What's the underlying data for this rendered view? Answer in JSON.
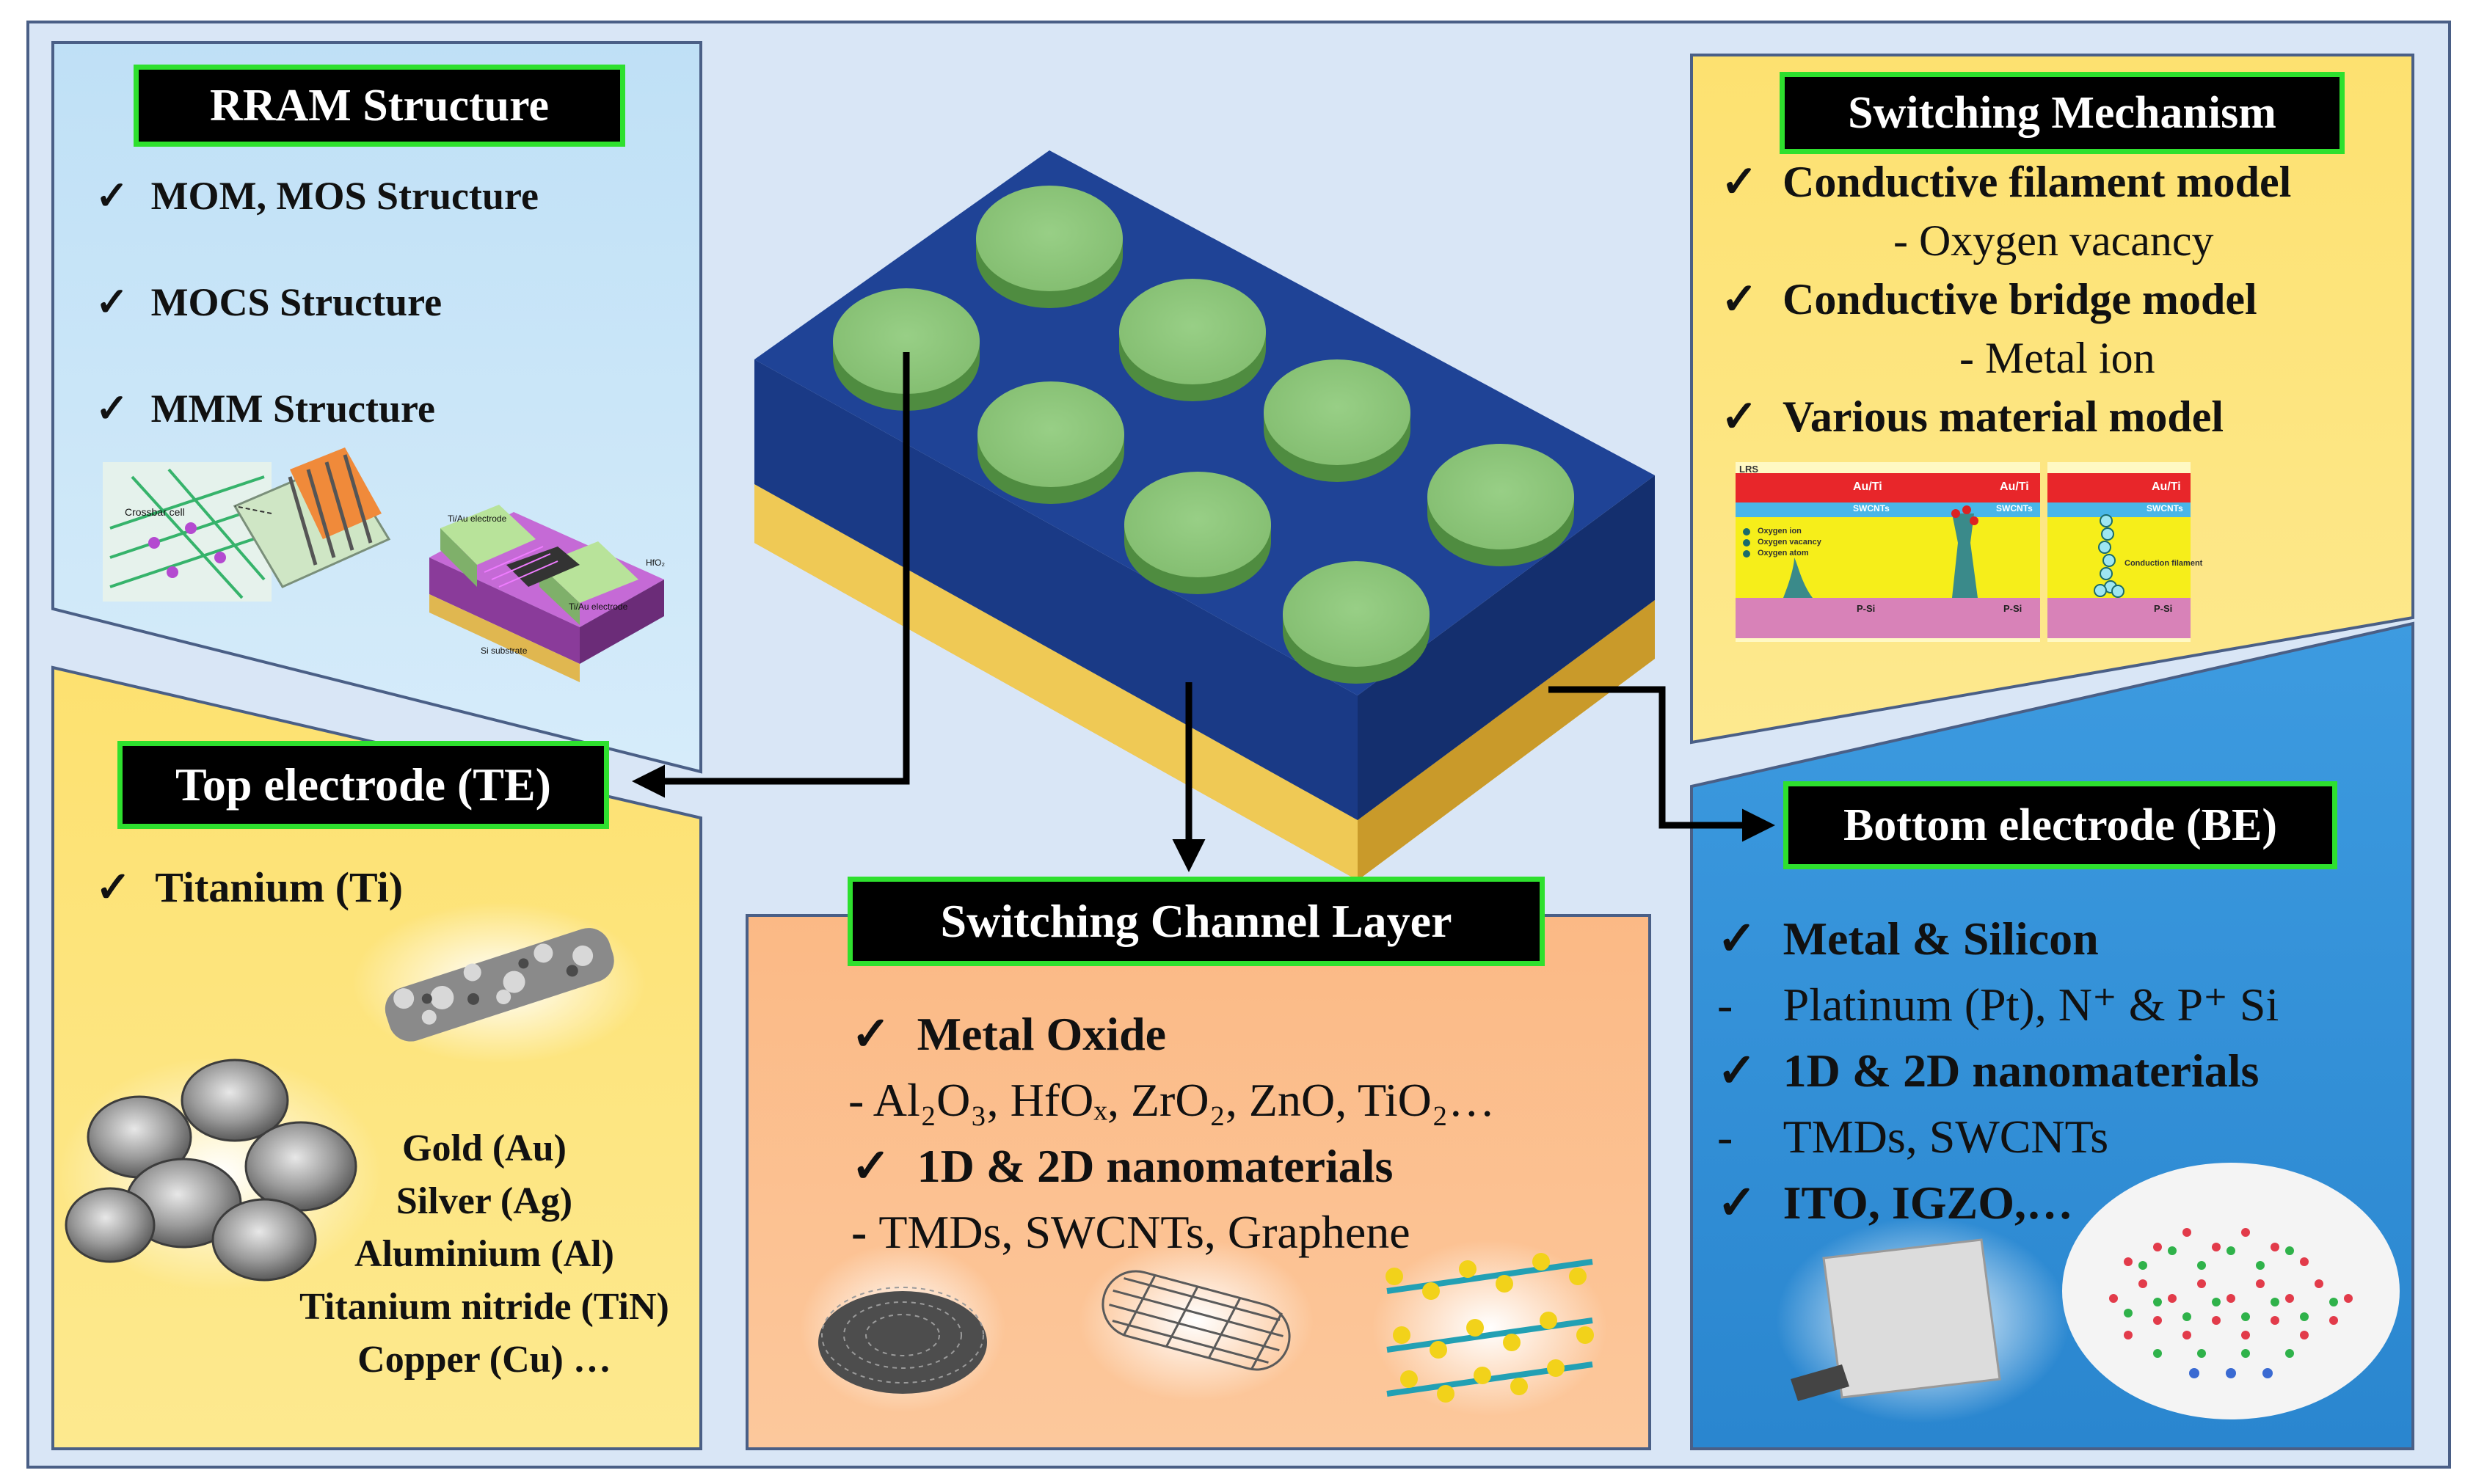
{
  "rram": {
    "title": "RRAM Structure",
    "items": [
      "MOM, MOS Structure",
      "MOCS Structure",
      "MMM Structure"
    ],
    "check": "✓",
    "figure_labels": [
      "Crossbar cell",
      "Ti/Au electrode",
      "Ti/Au electrode",
      "HfO₂",
      "Si substrate"
    ]
  },
  "te": {
    "title": "Top electrode (TE)",
    "heading": "Titanium (Ti)",
    "check": "✓",
    "materials": [
      "Gold (Au)",
      "Silver (Ag)",
      "Aluminium (Al)",
      "Titanium nitride (TiN)",
      "Copper (Cu) …"
    ]
  },
  "scl": {
    "title": "Switching Channel Layer",
    "check": "✓",
    "h1": "Metal Oxide",
    "l1_prefix": "- ",
    "l1": "Al₂O₃, HfOₓ, ZrO₂, ZnO, TiO₂…",
    "h2": "1D & 2D nanomaterials",
    "l2_prefix": "- ",
    "l2": "TMDs, SWCNTs, Graphene"
  },
  "sm": {
    "title": "Switching Mechanism",
    "check": "✓",
    "h1": "Conductive filament model",
    "s1": "- Oxygen vacancy",
    "h2": "Conductive bridge model",
    "s2": "- Metal ion",
    "h3": "Various material model",
    "fig_top_label": "Au/Ti",
    "fig_mid_label": "SWCNTs",
    "fig_bot_label": "P-Si",
    "fig_legend": [
      "Oxygen ion",
      "Oxygen vacancy",
      "Oxygen atom"
    ],
    "fig_note": "Conduction filament",
    "fig_corner": "LRS"
  },
  "be": {
    "title": "Bottom electrode (BE)",
    "check": "✓",
    "dash": "-",
    "h1": "Metal & Silicon",
    "l1": "Platinum (Pt), N⁺ & P⁺ Si",
    "h2": "1D & 2D nanomaterials",
    "l2": "TMDs, SWCNTs",
    "h3": "ITO, IGZO,…"
  },
  "colors": {
    "panel_blue_light": "#c8e4f8",
    "panel_yellow": "#fde57a",
    "panel_orange": "#fbc08f",
    "panel_blue_dark": "#2f8fd6",
    "title_border": "#2ee02e",
    "device_top": "#1e3f8c",
    "device_gold": "#e9c04d",
    "pad_green": "#8fc67c"
  }
}
